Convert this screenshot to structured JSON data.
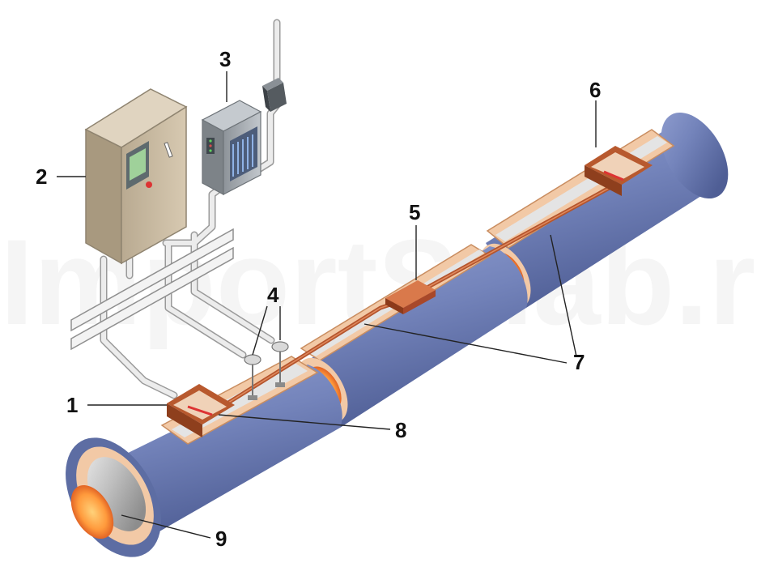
{
  "diagram": {
    "watermark": "ImportSnab.ru",
    "callouts": [
      {
        "id": "1",
        "label": "1"
      },
      {
        "id": "2",
        "label": "2"
      },
      {
        "id": "3",
        "label": "3"
      },
      {
        "id": "4",
        "label": "4"
      },
      {
        "id": "5",
        "label": "5"
      },
      {
        "id": "6",
        "label": "6"
      },
      {
        "id": "7",
        "label": "7"
      },
      {
        "id": "8",
        "label": "8"
      },
      {
        "id": "9",
        "label": "9"
      }
    ]
  },
  "colors": {
    "jacket": "#6f7fb3",
    "jacket_light": "#9aa8d4",
    "foam": "#f2c9a6",
    "foam_dark": "#d9a67e",
    "cable": "#b5552d",
    "heat": "#ff9a3c",
    "cabinet": "#c8b9a0",
    "conduit": "#e6e6e6"
  }
}
